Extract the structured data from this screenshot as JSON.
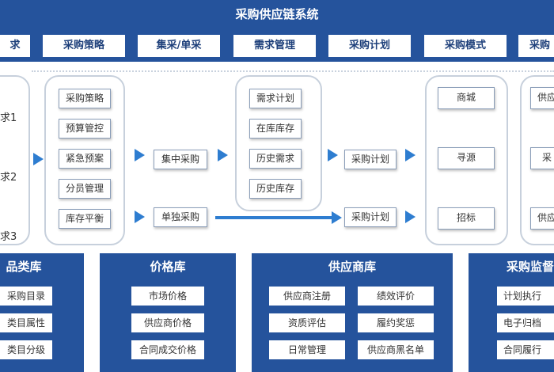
{
  "title": "采购供应链系统",
  "stages": [
    "求",
    "采购策略",
    "集采/单采",
    "需求管理",
    "采购计划",
    "采购模式",
    "采购"
  ],
  "requirements": [
    "求1",
    "求2",
    "求3"
  ],
  "strategy_items": [
    "采购策略",
    "预算管控",
    "紧急预案",
    "分员管理",
    "库存平衡"
  ],
  "purchase_types": [
    "集中采购",
    "单独采购"
  ],
  "demand_items": [
    "需求计划",
    "在库库存",
    "历史需求",
    "历史库存"
  ],
  "plan_items": [
    "采购计划",
    "采购计划"
  ],
  "mode_items": [
    "商城",
    "寻源",
    "招标"
  ],
  "right_items": [
    "供应",
    "采",
    "供应"
  ],
  "libraries": {
    "product": {
      "title": "品类库",
      "items": [
        "采购目录",
        "类目属性",
        "类目分级"
      ]
    },
    "price": {
      "title": "价格库",
      "items": [
        "市场价格",
        "供应商价格",
        "合同成交价格"
      ]
    },
    "supplier": {
      "title": "供应商库",
      "items": [
        "供应商注册",
        "绩效评价",
        "资质评估",
        "履约奖惩",
        "日常管理",
        "供应商黑名单"
      ]
    },
    "monitor": {
      "title": "采购监督",
      "items": [
        "计划执行",
        "电子归档",
        "合同履行"
      ]
    }
  },
  "colors": {
    "primary": "#25539c",
    "arrow": "#2e7dd0",
    "panel_border": "#c7d0dc"
  }
}
